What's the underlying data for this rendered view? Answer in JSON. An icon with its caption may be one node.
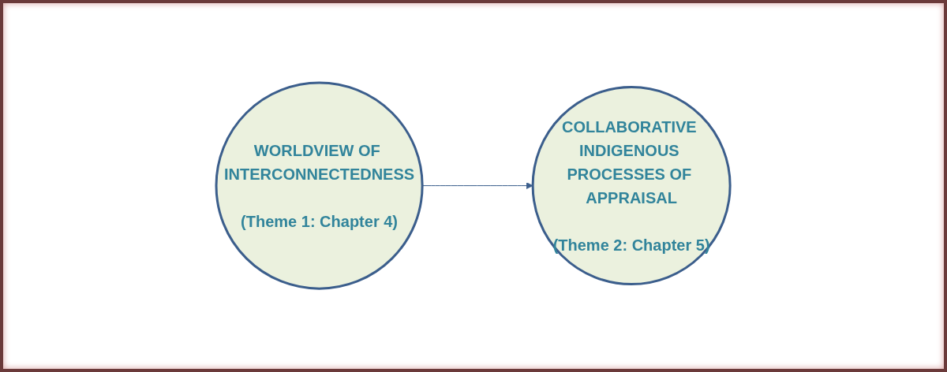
{
  "diagram": {
    "nodes": [
      {
        "text": [
          "WORLDVIEW OF INTERCONNECTEDNESS",
          "(Theme 1: Chapter 4)"
        ]
      },
      {
        "text": [
          "COLLABORATIVE INDIGENOUS PROCESSES OF APPRAISAL",
          "(Theme 2: Chapter 5)"
        ]
      }
    ],
    "edges": [
      {
        "from": 0,
        "to": 1,
        "arrow": "to"
      }
    ]
  }
}
